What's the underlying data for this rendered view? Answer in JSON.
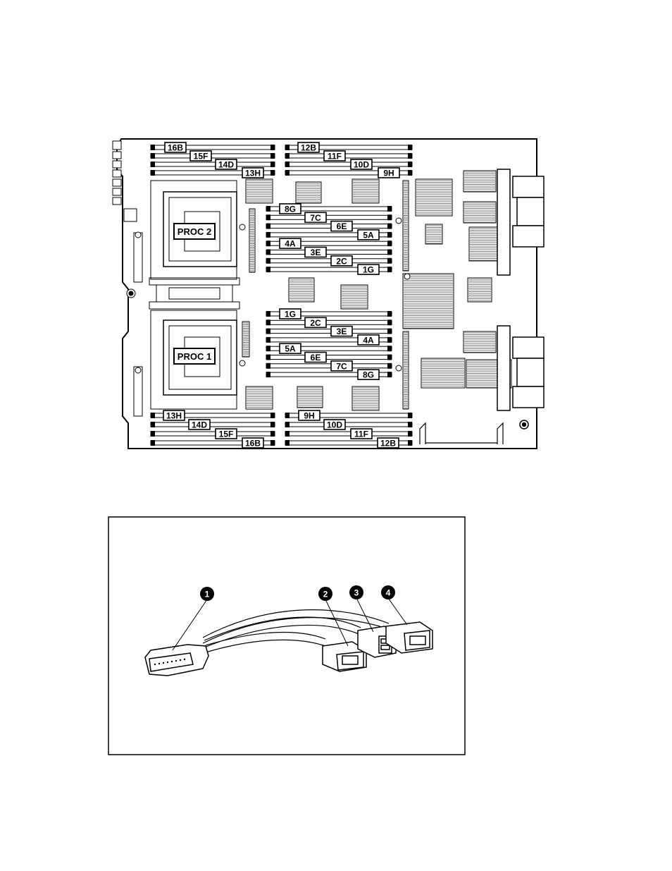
{
  "board": {
    "processors": [
      {
        "id": "proc2",
        "label": "PROC 2"
      },
      {
        "id": "proc1",
        "label": "PROC 1"
      }
    ],
    "dimm_groups": [
      {
        "id": "top-left",
        "labels": [
          "16B",
          "15F",
          "14D",
          "13H"
        ]
      },
      {
        "id": "top-right",
        "labels": [
          "12B",
          "11F",
          "10D",
          "9H"
        ]
      },
      {
        "id": "mid-upper",
        "labels": [
          "8G",
          "7C",
          "6E",
          "5A",
          "4A",
          "3E",
          "2C",
          "1G"
        ]
      },
      {
        "id": "mid-lower",
        "labels": [
          "1G",
          "2C",
          "3E",
          "4A",
          "5A",
          "6E",
          "7C",
          "8G"
        ]
      },
      {
        "id": "bottom-left",
        "labels": [
          "13H",
          "14D",
          "15F",
          "16B"
        ]
      },
      {
        "id": "bottom-right",
        "labels": [
          "9H",
          "10D",
          "11F",
          "12B"
        ]
      }
    ]
  },
  "cable": {
    "callouts": [
      "1",
      "2",
      "3",
      "4"
    ]
  }
}
